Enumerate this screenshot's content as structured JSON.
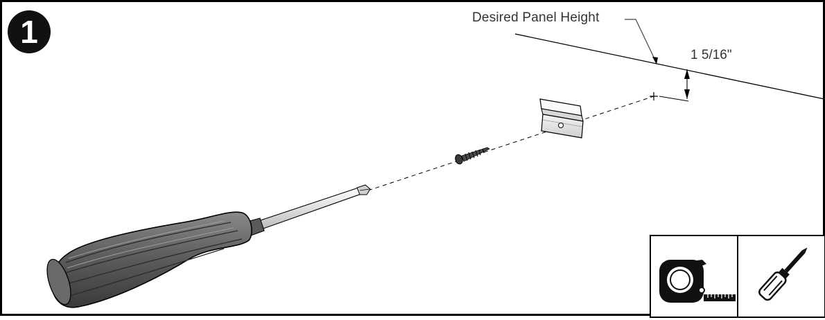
{
  "step": {
    "number": "1"
  },
  "annotations": {
    "panel_height": "Desired Panel Height",
    "offset": "1 5/16\""
  },
  "tools": [
    {
      "name": "tape-measure-icon"
    },
    {
      "name": "screwdriver-icon"
    }
  ],
  "colors": {
    "ink": "#000000",
    "handle": "#5e5e5e",
    "clip": "#e6e6e6",
    "text": "#333333"
  }
}
